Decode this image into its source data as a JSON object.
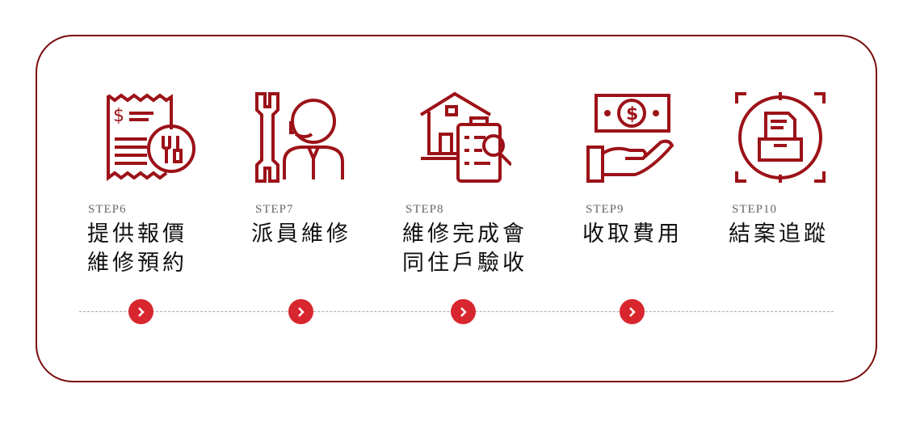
{
  "accent_color": "#d8262e",
  "icon_color": "#9c1218",
  "steps": [
    {
      "label": "STEP6",
      "title_line1": "提供報價",
      "title_line2": "維修預約",
      "icon": "receipt-tools-icon"
    },
    {
      "label": "STEP7",
      "title_line1": "派員維修",
      "title_line2": "",
      "icon": "technician-wrench-icon"
    },
    {
      "label": "STEP8",
      "title_line1": "維修完成會",
      "title_line2": "同住戶驗收",
      "icon": "house-inspection-icon"
    },
    {
      "label": "STEP9",
      "title_line1": "收取費用",
      "title_line2": "",
      "icon": "cash-hand-icon"
    },
    {
      "label": "STEP10",
      "title_line1": "結案追蹤",
      "title_line2": "",
      "icon": "archive-target-icon"
    }
  ]
}
